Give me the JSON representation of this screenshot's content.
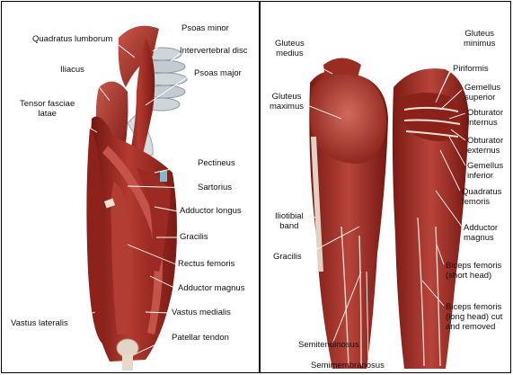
{
  "anterior": {
    "labels": {
      "quadratus_lumborum": "Quadratus lumborum",
      "psoas_minor": "Psoas minor",
      "intervertebral_disc": "Intervertebral disc",
      "iliacus": "Iliacus",
      "psoas_major": "Psoas major",
      "tensor_fasciae_latae": "Tensor fasciae\nlatae",
      "pectineus": "Pectineus",
      "sartorius": "Sartorius",
      "adductor_longus": "Adductor longus",
      "gracilis": "Gracilis",
      "rectus_femoris": "Rectus femoris",
      "adductor_magnus": "Adductor magnus",
      "vastus_medialis": "Vastus medialis",
      "vastus_lateralis": "Vastus lateralis",
      "patellar_tendon": "Patellar tendon"
    }
  },
  "posterior": {
    "labels": {
      "gluteus_medius": "Gluteus\nmedius",
      "gluteus_minimus": "Gluteus\nminimus",
      "piriformis": "Piriformis",
      "gemellus_superior": "Gemellus\nsuperior",
      "gluteus_maximus": "Gluteus\nmaximus",
      "obturator_internus": "Obturator\ninternus",
      "obturator_externus": "Obturator\nexternus",
      "gemellus_inferior": "Gemellus\ninferior",
      "quadratus_femoris": "Quadratus\nfemoris",
      "iliotibial_band": "Iliotibial\nband",
      "adductor_magnus": "Adductor\nmagnus",
      "gracilis": "Gracilis",
      "biceps_femoris_short": "Biceps femoris\n(short head)",
      "biceps_femoris_long": "Biceps femoris\n(long head) cut\nand removed",
      "semitendinosus": "Semitendinosus",
      "semimembranosus": "Semimembranosus"
    }
  },
  "colors": {
    "muscle_dark": "#7a1a14",
    "muscle_mid": "#a8322a",
    "muscle_light": "#c9594c",
    "tendon": "#e8d8cc",
    "bone": "#d8dde0",
    "leader_line": "#ffffff"
  }
}
